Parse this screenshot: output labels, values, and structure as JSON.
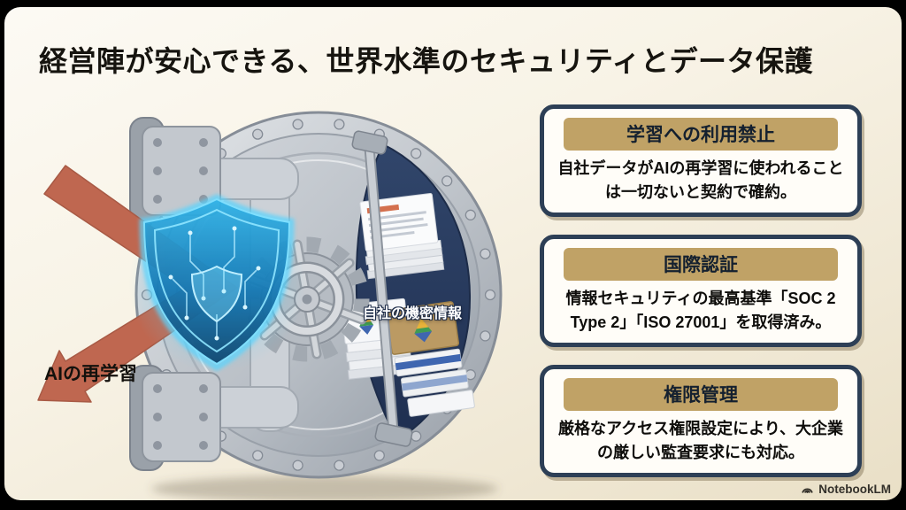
{
  "slide": {
    "title": "経営陣が安心できる、世界水準のセキュリティとデータ保護",
    "illustration": {
      "arrow_label": "AIの再学習",
      "vault_label": "自社の機密情報",
      "arrow_color": "#bf6750",
      "shield_glow_color": "#56d4ff",
      "vault_interior_color": "#2c3e5e",
      "vault_metal_color": "#c6cbd1"
    },
    "cards": [
      {
        "header": "学習への利用禁止",
        "body": "自社データがAIの再学習に使われることは一切ないと契約で確約。"
      },
      {
        "header": "国際認証",
        "body": "情報セキュリティの最高基準「SOC 2 Type 2」「ISO 27001」を取得済み。"
      },
      {
        "header": "権限管理",
        "body": "厳格なアクセス権限設定により、大企業の厳しい監査要求にも対応。"
      }
    ],
    "card_style": {
      "header_bg": "#c0a266",
      "border_color": "#2d3f56"
    },
    "footer": {
      "brand": "NotebookLM"
    }
  }
}
